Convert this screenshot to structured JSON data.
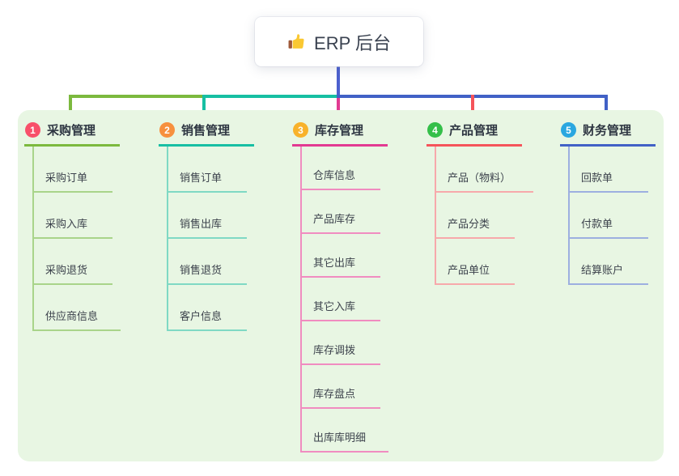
{
  "title": {
    "icon": "thumbs-up-icon",
    "text": "ERP 后台"
  },
  "colors": {
    "panel_bg": "#e8f6e3",
    "stem_color": "#4c60cf",
    "text_dark": "#3a4250"
  },
  "branches": [
    {
      "number": "1",
      "label": "采购管理",
      "badge_color": "#f8506a",
      "line_color": "#7cb93e",
      "sub_line_color": "#a9d48a",
      "items": [
        "采购订单",
        "采购入库",
        "采购退货",
        "供应商信息"
      ]
    },
    {
      "number": "2",
      "label": "销售管理",
      "badge_color": "#f7903e",
      "line_color": "#17bfa3",
      "sub_line_color": "#7fd9c4",
      "items": [
        "销售订单",
        "销售出库",
        "销售退货",
        "客户信息"
      ]
    },
    {
      "number": "3",
      "label": "库存管理",
      "badge_color": "#f8b22b",
      "line_color": "#e23a92",
      "sub_line_color": "#f08cc0",
      "items": [
        "仓库信息",
        "产品库存",
        "其它出库",
        "其它入库",
        "库存调拨",
        "库存盘点",
        "出库库明细"
      ]
    },
    {
      "number": "4",
      "label": "产品管理",
      "badge_color": "#34bf49",
      "line_color": "#f5545a",
      "sub_line_color": "#f7a9ab",
      "items": [
        "产品（物料）",
        "产品分类",
        "产品单位"
      ]
    },
    {
      "number": "5",
      "label": "财务管理",
      "badge_color": "#2aa7e0",
      "line_color": "#4161c6",
      "sub_line_color": "#9dafe0",
      "items": [
        "回款单",
        "付款单",
        "结算账户"
      ]
    }
  ]
}
